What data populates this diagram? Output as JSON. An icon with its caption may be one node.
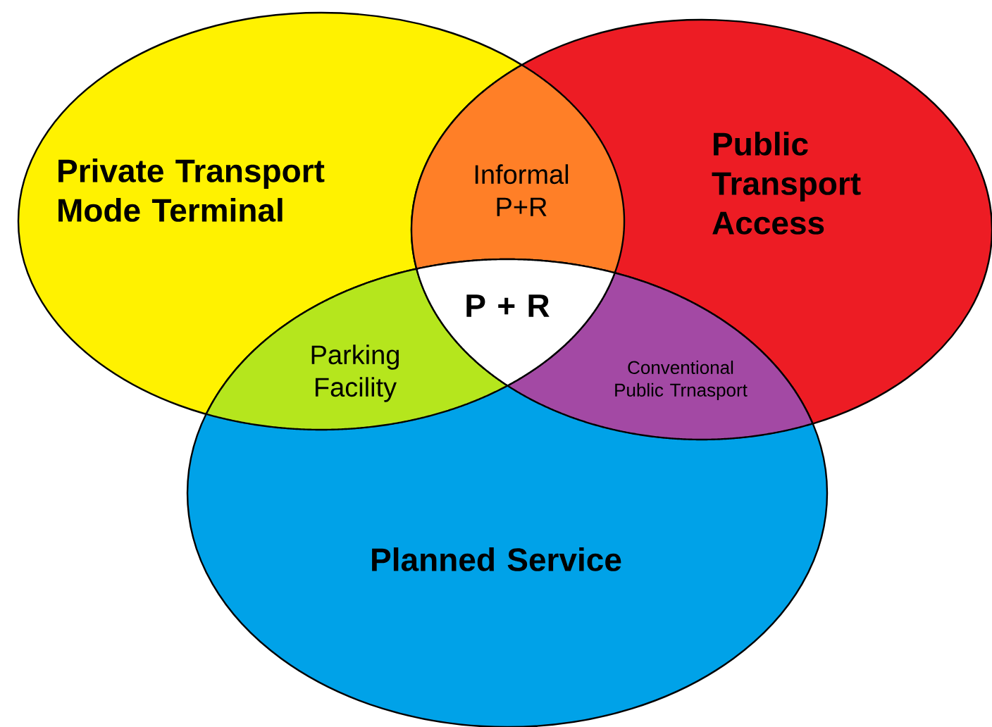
{
  "diagram": {
    "nodes": [
      {
        "text": [
          "Private Transport Mode Terminal"
        ]
      },
      {
        "text": [
          "Public Transport Access"
        ]
      },
      {
        "text": [
          "Planned Service"
        ]
      },
      {
        "text": [
          "Informal P+R"
        ]
      },
      {
        "text": [
          "Parking Facility"
        ]
      },
      {
        "text": [
          "Conventional Public Trnasport"
        ]
      },
      {
        "text": [
          "P + R"
        ]
      }
    ]
  }
}
